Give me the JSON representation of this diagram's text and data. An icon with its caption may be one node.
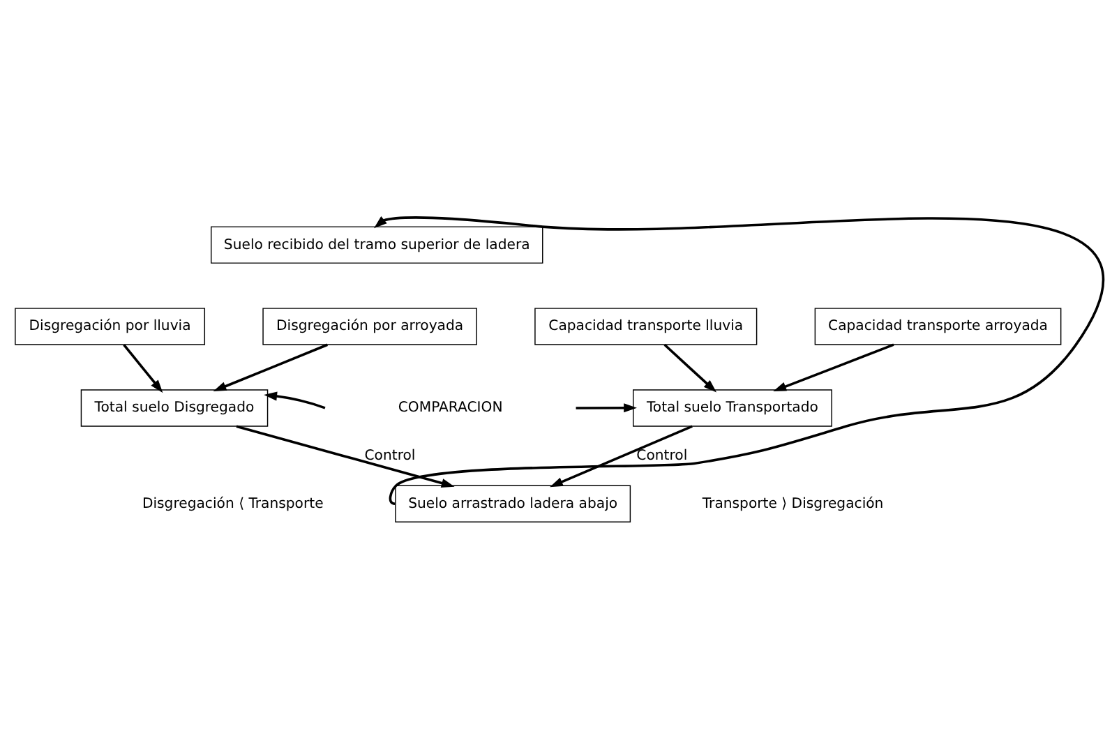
{
  "diagram": {
    "nodes": [
      {
        "text": [
          "Suelo recibido del tramo superior de ladera"
        ]
      },
      {
        "text": [
          "Disgregación por lluvia"
        ]
      },
      {
        "text": [
          "Disgregación por arroyada"
        ]
      },
      {
        "text": [
          "Capacidad transporte lluvia"
        ]
      },
      {
        "text": [
          "Capacidad transporte arroyada"
        ]
      },
      {
        "text": [
          "Total suelo Disgregado"
        ]
      },
      {
        "text": [
          "Total suelo Transportado"
        ]
      },
      {
        "text": [
          "Suelo arrastrado ladera abajo"
        ]
      }
    ],
    "edges": [
      {
        "from": 1,
        "to": 5,
        "arrow": "to"
      },
      {
        "from": 2,
        "to": 5,
        "arrow": "to"
      },
      {
        "from": 3,
        "to": 6,
        "arrow": "to"
      },
      {
        "from": 4,
        "to": 6,
        "arrow": "to"
      },
      {
        "from": null,
        "to": 5,
        "arrow": "to"
      },
      {
        "from": null,
        "to": 6,
        "arrow": "to"
      },
      {
        "from": 5,
        "to": 7,
        "arrow": "to",
        "label": "Control"
      },
      {
        "from": 6,
        "to": 7,
        "arrow": "to",
        "label": "Control"
      },
      {
        "from": 7,
        "to": 0,
        "arrow": "to"
      }
    ],
    "labels": [
      "COMPARACION",
      "Disgregación ⟨ Transporte",
      "Transporte ⟩ Disgregación"
    ]
  }
}
